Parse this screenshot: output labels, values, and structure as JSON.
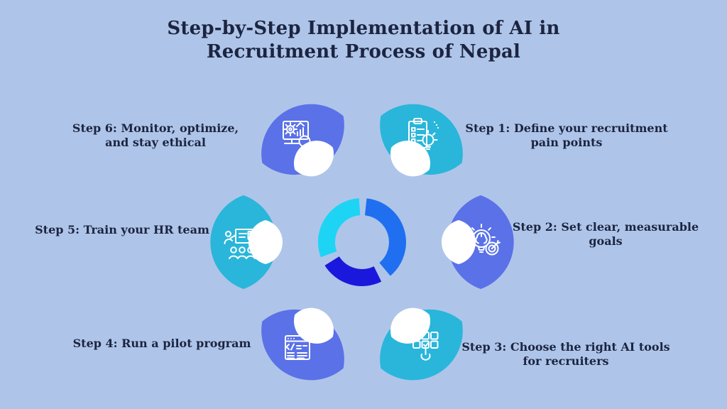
{
  "title": {
    "line1": "Step-by-Step Implementation of AI in",
    "line2": "Recruitment Process of Nepal"
  },
  "steps": [
    {
      "id": 1,
      "label_line1": "Step 1: Define your recruitment",
      "label_line2": "pain points",
      "icon": "clipboard-checklist-lightbulb",
      "petal_color": "#29b6da"
    },
    {
      "id": 2,
      "label_line1": "Step 2: Set clear, measurable",
      "label_line2": "goals",
      "icon": "lightbulb-brain-target",
      "petal_color": "#5a71e8"
    },
    {
      "id": 3,
      "label_line1": "Step 3: Choose the right AI tools",
      "label_line2": "for recruiters",
      "icon": "grid-select-tap",
      "petal_color": "#29b6da"
    },
    {
      "id": 4,
      "label_line1": "Step 4: Run a pilot program",
      "label_line2": "",
      "icon": "code-window-gear",
      "petal_color": "#5a71e8"
    },
    {
      "id": 5,
      "label_line1": "Step 5: Train your HR team",
      "label_line2": "",
      "icon": "trainer-team",
      "petal_color": "#29b6da"
    },
    {
      "id": 6,
      "label_line1": "Step 6: Monitor, optimize,",
      "label_line2": "and stay ethical",
      "icon": "monitor-gear-magnifier",
      "petal_color": "#5a71e8"
    }
  ],
  "ring": {
    "segments": [
      {
        "label": "azure-arc",
        "color": "#1f6ff0"
      },
      {
        "label": "deep-blue-arc",
        "color": "#1a18dc"
      },
      {
        "label": "cyan-arc",
        "color": "#1ed4f5"
      }
    ]
  },
  "colors": {
    "background": "#aec5e9",
    "petal_blue": "#5a71e8",
    "petal_cyan": "#29b6da",
    "lens_white": "#ffffff",
    "icon_stroke": "#ffffff",
    "text": "#1c2440"
  }
}
